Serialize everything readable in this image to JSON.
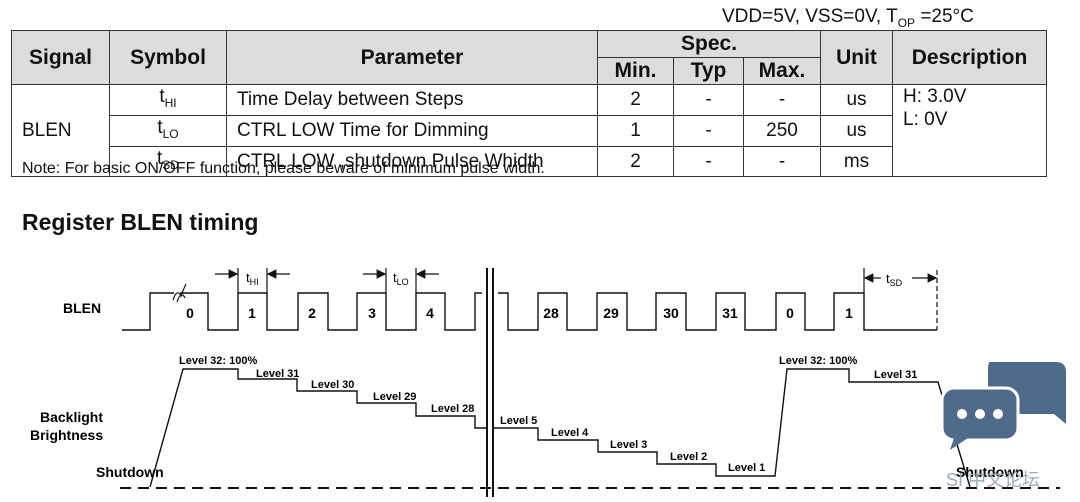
{
  "conditions": {
    "prefix": "VDD=5V, VSS=0V, T",
    "sub": "OP",
    "suffix": " =25°C"
  },
  "table": {
    "headers": {
      "signal": "Signal",
      "symbol": "Symbol",
      "parameter": "Parameter",
      "spec": "Spec.",
      "min": "Min.",
      "typ": "Typ",
      "max": "Max.",
      "unit": "Unit",
      "description": "Description"
    },
    "signal": "BLEN",
    "rows": [
      {
        "symbol": "t",
        "symbol_sub": "HI",
        "parameter": "Time Delay between Steps",
        "min": "2",
        "typ": "-",
        "max": "-",
        "unit": "us"
      },
      {
        "symbol": "t",
        "symbol_sub": "LO",
        "parameter": "CTRL LOW Time for Dimming",
        "min": "1",
        "typ": "-",
        "max": "250",
        "unit": "us"
      },
      {
        "symbol": "t",
        "symbol_sub": "SD",
        "parameter": "CTRL LOW ,shutdown Pulse Whidth",
        "min": "2",
        "typ": "-",
        "max": "-",
        "unit": "ms"
      }
    ],
    "description": [
      "H: 3.0V",
      "L: 0V"
    ]
  },
  "note": "Note: For basic ON/OFF function, please beware of minimum pulse width.",
  "section_title": "Register BLEN timing",
  "diagram": {
    "blen_label": "BLEN",
    "backlight_label_line1": "Backlight",
    "backlight_label_line2": "Brightness",
    "shutdown_left": "Shutdown",
    "shutdown_right": "Shutdown",
    "pulse_numbers": [
      "0",
      "1",
      "2",
      "3",
      "4",
      "28",
      "29",
      "30",
      "31",
      "0",
      "1"
    ],
    "t_hi": {
      "t": "t",
      "sub": "HI"
    },
    "t_lo": {
      "t": "t",
      "sub": "LO"
    },
    "t_sd": {
      "t": "t",
      "sub": "SD"
    },
    "levels": [
      "Level 32: 100%",
      "Level 31",
      "Level 30",
      "Level 29",
      "Level 28",
      "Level 5",
      "Level 4",
      "Level 3",
      "Level 2",
      "Level 1",
      "Level 32: 100%",
      "Level 31"
    ]
  },
  "watermark": "SI 中文论坛",
  "colors": {
    "header_bg": "#dcdcdc",
    "chat_icon": "#4f6b8c"
  }
}
